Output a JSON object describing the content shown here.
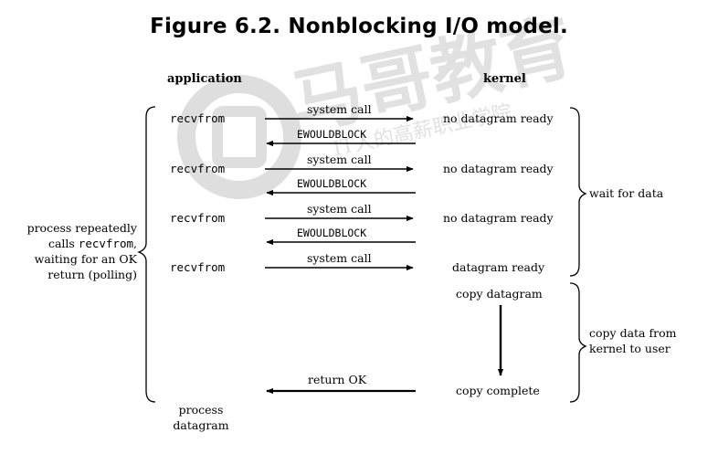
{
  "figure": {
    "title": "Figure 6.2. Nonblocking I/O model."
  },
  "columns": {
    "application": "application",
    "kernel": "kernel"
  },
  "rows": [
    {
      "app_call": "recvfrom",
      "request": "system call",
      "reply": "EWOULDBLOCK",
      "kernel_state": "no datagram ready"
    },
    {
      "app_call": "recvfrom",
      "request": "system call",
      "reply": "EWOULDBLOCK",
      "kernel_state": "no datagram ready"
    },
    {
      "app_call": "recvfrom",
      "request": "system call",
      "reply": "EWOULDBLOCK",
      "kernel_state": "no datagram ready"
    },
    {
      "app_call": "recvfrom",
      "request": "system call",
      "reply": "",
      "kernel_state": "datagram ready"
    }
  ],
  "copy": {
    "start": "copy datagram",
    "end": "copy complete",
    "return_label": "return OK"
  },
  "left_note": {
    "line1": "process repeatedly",
    "line2_prefix": "calls ",
    "line2_code": "recvfrom",
    "line2_suffix": ",",
    "line3": "waiting for an OK",
    "line4": "return (polling)"
  },
  "process_label": {
    "line1": "process",
    "line2": "datagram"
  },
  "right_notes": {
    "wait": "wait for data",
    "copy_line1": "copy data from",
    "copy_line2": "kernel to user"
  },
  "watermark": {
    "text": "马哥教育",
    "subtext": "IT人的高薪职业学院",
    "color": "#b9b9b9"
  }
}
